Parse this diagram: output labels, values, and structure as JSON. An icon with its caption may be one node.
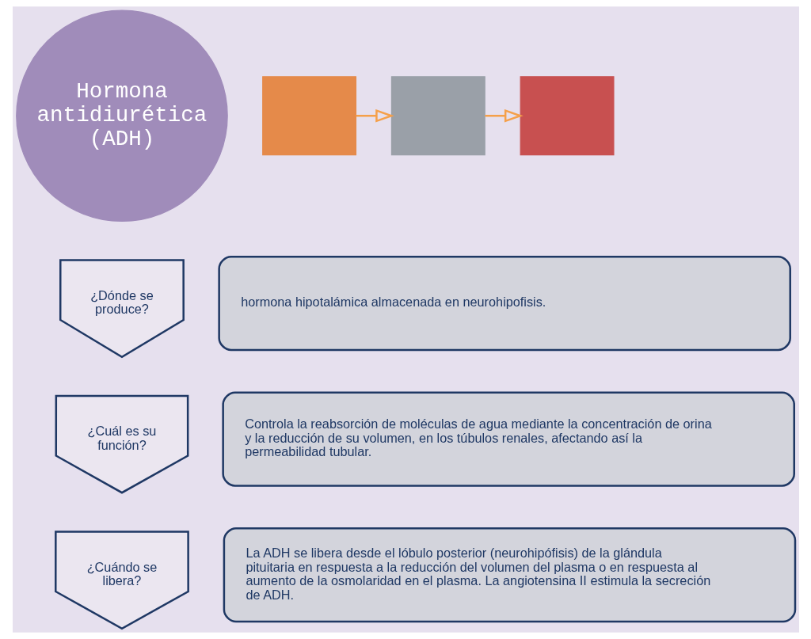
{
  "diagram": {
    "nodes": [
      {
        "text": [
          "Hormona antidiurética (ADH)"
        ]
      },
      {
        "text": [],
        "shape": "box"
      },
      {
        "text": [],
        "shape": "box"
      },
      {
        "text": [],
        "shape": "box"
      },
      {
        "text": [
          "¿Dónde se produce?"
        ]
      },
      {
        "text": [
          "hormona hipotalámica almacenada en neurohipofisis."
        ]
      },
      {
        "text": [
          "¿Cuál es su función?"
        ]
      },
      {
        "text": [
          "Controla la reabsorción de moléculas de agua mediante la concentración de orina y la reducción de su volumen, en los túbulos renales, afectando así la permeabilidad tubular."
        ]
      },
      {
        "text": [
          "¿Cuándo se libera?"
        ]
      },
      {
        "text": [
          "La ADH se libera desde el lóbulo posterior (neurohipófisis) de la glándula pituitaria en respuesta a la reducción del volumen del plasma o en respuesta al aumento de la osmolaridad en el plasma. La angiotensina II estimula la secreción de ADH."
        ]
      }
    ],
    "edges": [
      {
        "from": 1,
        "to": 2,
        "arrow": "to"
      },
      {
        "from": 2,
        "to": 3,
        "arrow": "to"
      }
    ]
  }
}
